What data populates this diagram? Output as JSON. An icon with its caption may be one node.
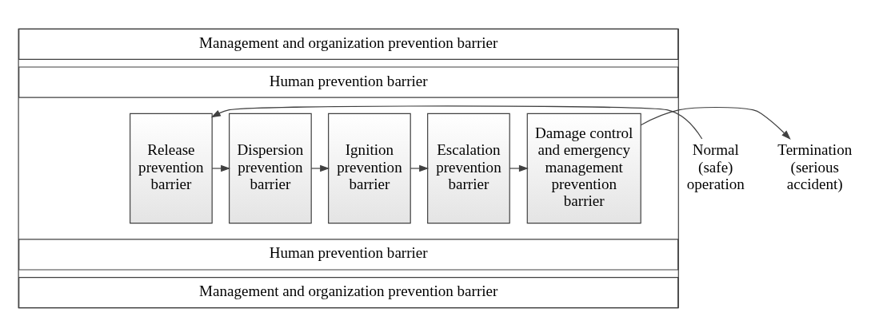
{
  "diagram": {
    "nodes": [
      {
        "text": [],
        "shape": "box"
      },
      {
        "text": [
          "Management and organization prevention barrier"
        ],
        "in": 0
      },
      {
        "text": [
          "Human prevention barrier"
        ],
        "in": 0
      },
      {
        "text": [
          "Normal (safe) operation"
        ]
      },
      {
        "text": [
          "Release prevention barrier"
        ],
        "in": 0
      },
      {
        "text": [
          "Dispersion prevention barrier"
        ],
        "in": 0
      },
      {
        "text": [
          "Ignition prevention barrier"
        ],
        "in": 0
      },
      {
        "text": [
          "Escalation prevention barrier"
        ],
        "in": 0
      },
      {
        "text": [
          "Damage control and emergency management prevention barrier"
        ],
        "in": 0
      },
      {
        "text": [
          "Termination (serious accident)"
        ]
      },
      {
        "text": [
          "Human prevention barrier"
        ],
        "in": 0
      },
      {
        "text": [
          "Management and organization prevention barrier"
        ],
        "in": 0
      }
    ],
    "edges": [
      {
        "from": 3,
        "to": 4,
        "arrow": "to"
      },
      {
        "from": 4,
        "to": 5,
        "arrow": "to"
      },
      {
        "from": 5,
        "to": 6,
        "arrow": "to"
      },
      {
        "from": 6,
        "to": 7,
        "arrow": "to"
      },
      {
        "from": 7,
        "to": 8,
        "arrow": "to"
      },
      {
        "from": 8,
        "to": 9,
        "arrow": "to"
      }
    ]
  }
}
